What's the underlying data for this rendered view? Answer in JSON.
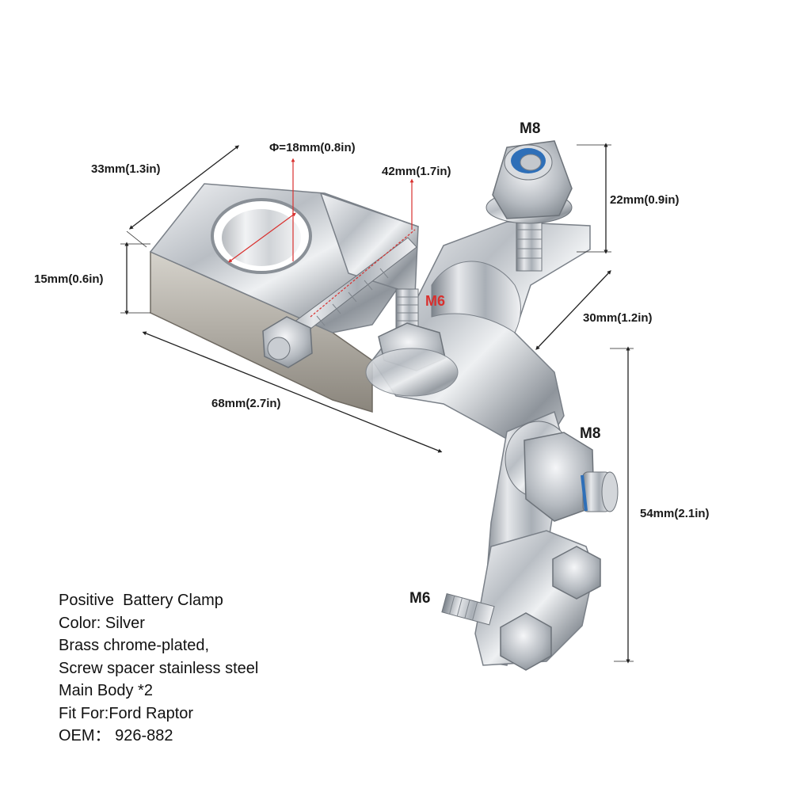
{
  "dimensions": {
    "hole_diameter": "Φ=18mm(0.8in)",
    "width_top": "33mm(1.3in)",
    "height_42": "42mm(1.7in)",
    "height_15": "15mm(0.6in)",
    "length_68": "68mm(2.7in)",
    "bolt_height_22": "22mm(0.9in)",
    "width_30": "30mm(1.2in)",
    "height_54": "54mm(2.1in)"
  },
  "bolt_labels": {
    "top_bolt": "M8",
    "middle_bolt": "M8",
    "clamp_stud": "M6",
    "bottom_stud": "M6"
  },
  "specs": [
    "Positive  Battery Clamp",
    "Color: Silver",
    "Brass chrome-plated,",
    "Screw spacer stainless steel",
    "Main Body *2",
    "Fit For:Ford Raptor",
    "OEM： 926-882"
  ],
  "colors": {
    "accent_red": "#d9302e",
    "metal": "#c9cdd2",
    "nylon_insert": "#2e6fb8"
  }
}
